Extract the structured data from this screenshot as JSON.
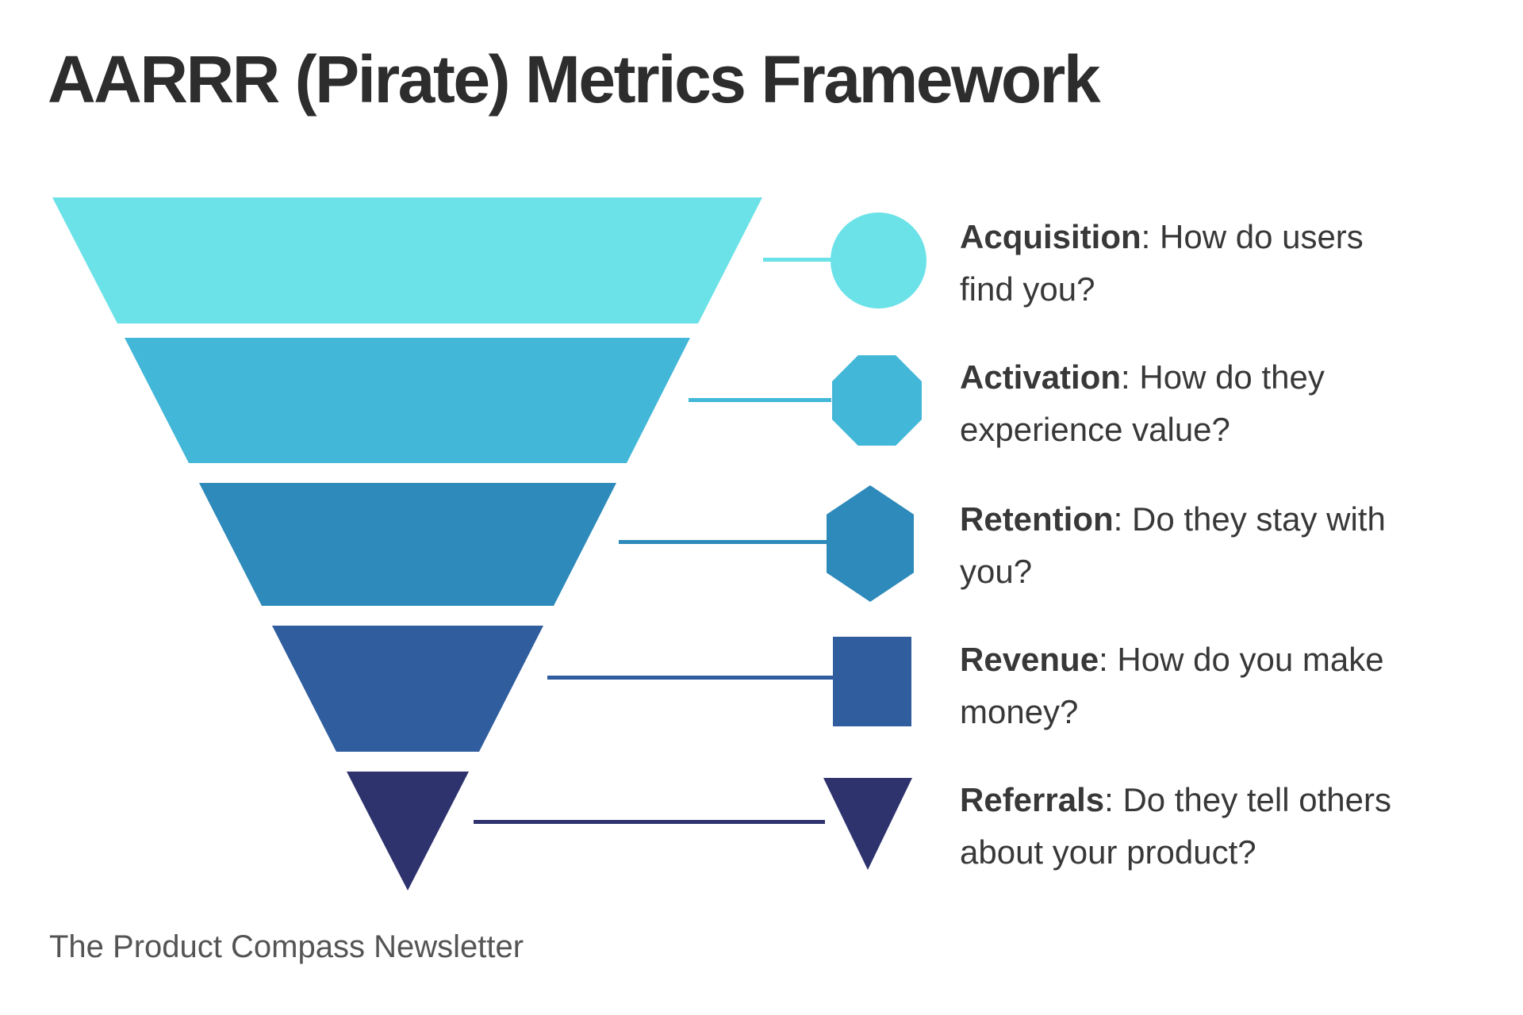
{
  "title": "AARRR (Pirate) Metrics Framework",
  "separator": ": ",
  "footer": "The Product Compass Newsletter",
  "colors": {
    "background": "#ffffff",
    "title_text": "#2d2d2d",
    "body_text": "#383838",
    "footer_text": "#545454"
  },
  "funnel": {
    "stages": [
      {
        "label": "Acquisition",
        "description": "How do users find you?",
        "color": "#6BE2E8",
        "icon": "circle-icon"
      },
      {
        "label": "Activation",
        "description": "How do they experience value?",
        "color": "#43B7D8",
        "icon": "octagon-icon"
      },
      {
        "label": "Retention",
        "description": "Do they stay with you?",
        "color": "#2D8ABA",
        "icon": "hexagon-icon"
      },
      {
        "label": "Revenue",
        "description": "How do you make money?",
        "color": "#2F5D9E",
        "icon": "square-icon"
      },
      {
        "label": "Referrals",
        "description": "Do they tell others about your product?",
        "color": "#2E336E",
        "icon": "triangle-icon"
      }
    ]
  }
}
